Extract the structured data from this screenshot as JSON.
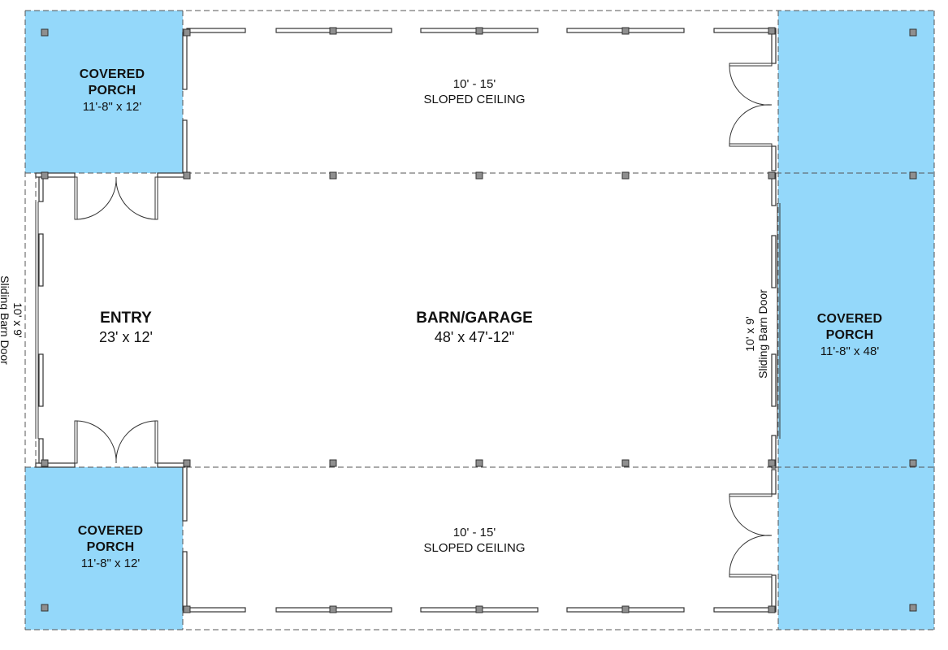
{
  "colors": {
    "porch_fill": "#94d8fa",
    "line": "#333333",
    "dash": "#555555",
    "post_fill": "#8f8f8f"
  },
  "rooms": {
    "porch_top_left": {
      "name_line1": "COVERED",
      "name_line2": "PORCH",
      "size": "11'-8\" x 12'"
    },
    "porch_bottom_left": {
      "name_line1": "COVERED",
      "name_line2": "PORCH",
      "size": "11'-8\" x 12'"
    },
    "porch_right": {
      "name_line1": "COVERED",
      "name_line2": "PORCH",
      "size": "11'-8\" x 48'"
    },
    "entry": {
      "name": "ENTRY",
      "size": "23' x 12'"
    },
    "barn": {
      "name": "BARN/GARAGE",
      "size": "48' x 47'-12\""
    },
    "upper_bay": {
      "line1": "10' - 15'",
      "line2": "SLOPED CEILING"
    },
    "lower_bay": {
      "line1": "10' - 15'",
      "line2": "SLOPED CEILING"
    }
  },
  "doors": {
    "left_barn_door": {
      "line1": "10' x 9'",
      "line2": "Sliding Barn Door"
    },
    "right_barn_door": {
      "line1": "10' x 9'",
      "line2": "Sliding Barn Door"
    }
  }
}
